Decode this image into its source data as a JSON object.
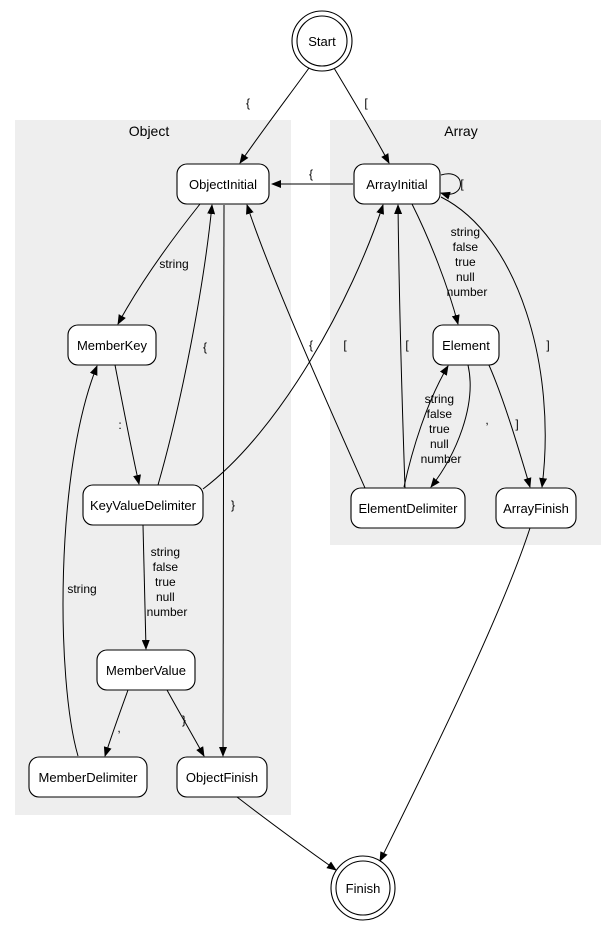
{
  "diagram": {
    "title_colors": {
      "background": "#ffffff",
      "cluster_fill": "#eeeeee",
      "node_fill": "#ffffff",
      "line": "#000000"
    },
    "clusters": {
      "object": {
        "label": "Object"
      },
      "array": {
        "label": "Array"
      }
    },
    "nodes": {
      "start": {
        "label": "Start"
      },
      "objectInitial": {
        "label": "ObjectInitial"
      },
      "arrayInitial": {
        "label": "ArrayInitial"
      },
      "memberKey": {
        "label": "MemberKey"
      },
      "element": {
        "label": "Element"
      },
      "keyValueDelimiter": {
        "label": "KeyValueDelimiter"
      },
      "elementDelimiter": {
        "label": "ElementDelimiter"
      },
      "arrayFinish": {
        "label": "ArrayFinish"
      },
      "memberValue": {
        "label": "MemberValue"
      },
      "memberDelimiter": {
        "label": "MemberDelimiter"
      },
      "objectFinish": {
        "label": "ObjectFinish"
      },
      "finish": {
        "label": "Finish"
      }
    },
    "edges": {
      "start_objectInitial": {
        "from": "Start",
        "to": "ObjectInitial",
        "label": "{"
      },
      "start_arrayInitial": {
        "from": "Start",
        "to": "ArrayInitial",
        "label": "["
      },
      "arrayInitial_objectInitial": {
        "from": "ArrayInitial",
        "to": "ObjectInitial",
        "label": "{"
      },
      "arrayInitial_arrayInitial": {
        "from": "ArrayInitial",
        "to": "ArrayInitial",
        "label": "["
      },
      "objectInitial_memberKey": {
        "from": "ObjectInitial",
        "to": "MemberKey",
        "label": "string"
      },
      "memberKey_keyValueDelimiter": {
        "from": "MemberKey",
        "to": "KeyValueDelimiter",
        "label": ":"
      },
      "keyValueDelimiter_memberValue": {
        "from": "KeyValueDelimiter",
        "to": "MemberValue",
        "label_lines": [
          "string",
          "false",
          "true",
          "null",
          "number"
        ]
      },
      "keyValueDelimiter_objectInitial": {
        "from": "KeyValueDelimiter",
        "to": "ObjectInitial",
        "label": "{"
      },
      "keyValueDelimiter_arrayInitial": {
        "from": "KeyValueDelimiter",
        "to": "ArrayInitial",
        "label": "["
      },
      "elementDelimiter_objectInitial": {
        "from": "ElementDelimiter",
        "to": "ObjectInitial",
        "label": "{"
      },
      "elementDelimiter_arrayInitial": {
        "from": "ElementDelimiter",
        "to": "ArrayInitial",
        "label": "["
      },
      "arrayInitial_element": {
        "from": "ArrayInitial",
        "to": "Element",
        "label_lines": [
          "string",
          "false",
          "true",
          "null",
          "number"
        ]
      },
      "element_elementDelimiter": {
        "from": "Element",
        "to": "ElementDelimiter",
        "label": ","
      },
      "elementDelimiter_element": {
        "from": "ElementDelimiter",
        "to": "Element",
        "label_lines": [
          "string",
          "false",
          "true",
          "null",
          "number"
        ]
      },
      "element_arrayFinish": {
        "from": "Element",
        "to": "ArrayFinish",
        "label": "]"
      },
      "arrayInitial_arrayFinish": {
        "from": "ArrayInitial",
        "to": "ArrayFinish",
        "label": "]"
      },
      "objectInitial_objectFinish": {
        "from": "ObjectInitial",
        "to": "ObjectFinish",
        "label": "}"
      },
      "memberValue_memberDelimiter": {
        "from": "MemberValue",
        "to": "MemberDelimiter",
        "label": ","
      },
      "memberValue_objectFinish": {
        "from": "MemberValue",
        "to": "ObjectFinish",
        "label": "}"
      },
      "memberDelimiter_memberKey": {
        "from": "MemberDelimiter",
        "to": "MemberKey",
        "label": "string"
      },
      "objectFinish_finish": {
        "from": "ObjectFinish",
        "to": "Finish",
        "label": ""
      },
      "arrayFinish_finish": {
        "from": "ArrayFinish",
        "to": "Finish",
        "label": ""
      }
    }
  }
}
